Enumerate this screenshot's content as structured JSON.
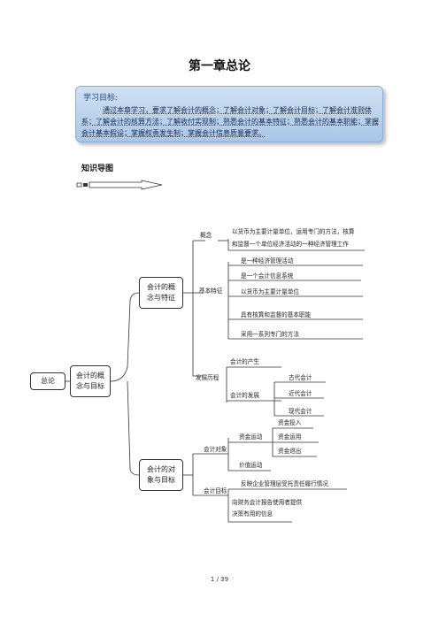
{
  "title": "第一章总论",
  "goals": {
    "heading": "学习目标:",
    "text": "通过本章学习，要求了解会计的概念；了解会计对象；了解会计目标；了解会计准则体系；了解会计的核算方法；了解收付实现制；熟悉会计的基本特征；熟悉会计的基本职能；掌握会计基本假设；掌握权责发生制；掌握会计信息质量要求。"
  },
  "section_heading": "知识导图",
  "mindmap": {
    "root": "总论",
    "level1": "会计的概念与目标",
    "b1": "会计的概念与特征",
    "b2": "会计的对象与目标",
    "concept_label": "概念",
    "concept_text_1": "以货币为主要计量单位，运用专门的方法，核算",
    "concept_text_2": "和监督一个单位经济活动的一种经济管理工作",
    "features_label": "基本特征",
    "features": [
      "是一种经济管理活动",
      "是一个会计信息系统",
      "以货币为主要计量单位",
      "具有核算和监督的基本职能",
      "采用一系列专门的方法"
    ],
    "history_label": "发展历程",
    "history_birth": "会计的产生",
    "history_dev": "会计的发展",
    "history_stages": [
      "古代会计",
      "近代会计",
      "现代会计"
    ],
    "object_label": "会计对象",
    "fund_motion": "资金运动",
    "fund_items": [
      "资金投入",
      "资金运用",
      "资金退出"
    ],
    "value_motion": "价值运动",
    "goal_label": "会计目标",
    "goal_items": [
      "反映企业管理层受托责任履行情况",
      "向财务会计报告使用者提供",
      "决策有用的信息"
    ]
  },
  "page_number": "1 / 39"
}
